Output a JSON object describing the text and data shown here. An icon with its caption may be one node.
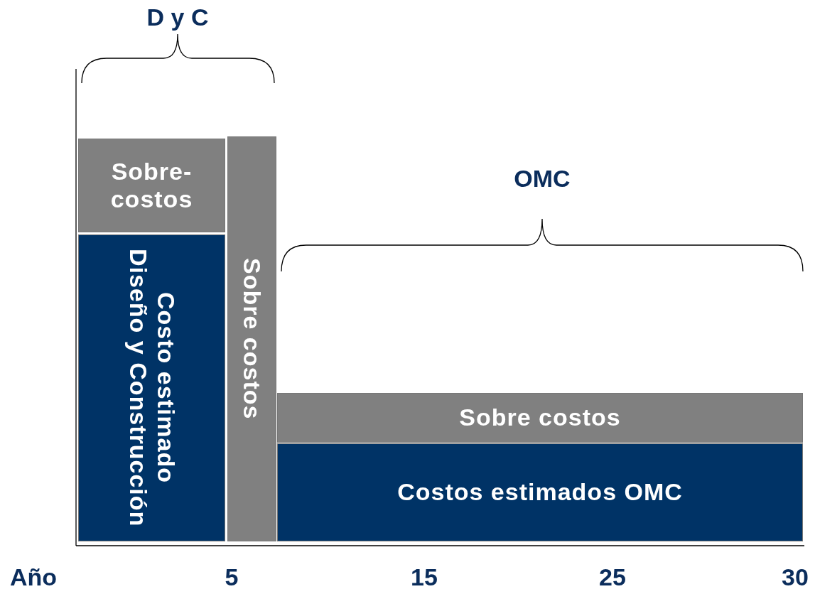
{
  "diagram": {
    "nodes": [
      {
        "text": [
          "Sobre-costos"
        ]
      },
      {
        "text": [
          "Costo estimado Diseño y Construcción"
        ]
      },
      {
        "text": [
          "Sobre costos"
        ]
      },
      {
        "text": [
          "Sobre costos"
        ]
      },
      {
        "text": [
          "Costos estimados OMC"
        ]
      }
    ],
    "labels": [
      "D y C",
      "OMC",
      "Año",
      "5",
      "15",
      "25",
      "30"
    ]
  }
}
